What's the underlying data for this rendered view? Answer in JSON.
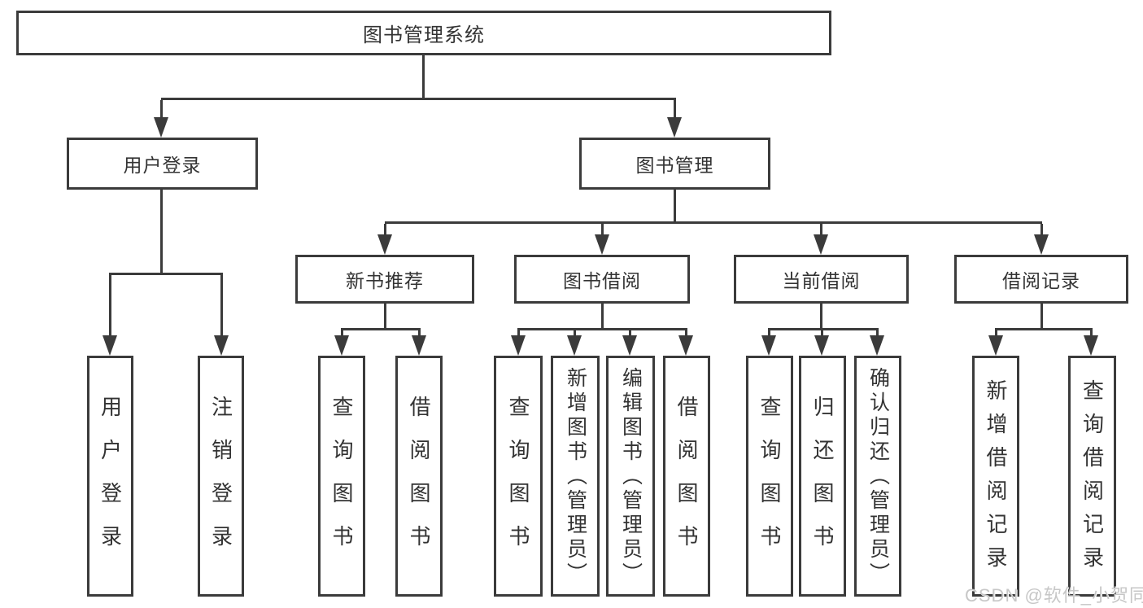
{
  "diagram": {
    "title": "图书管理系统",
    "nodes": {
      "root": "图书管理系统",
      "user_login": "用户登录",
      "book_mgmt": "图书管理",
      "new_book": "新书推荐",
      "book_borrow": "图书借阅",
      "current_borrow": "当前借阅",
      "borrow_record": "借阅记录"
    },
    "leaves": {
      "user_login": [
        "用户登录",
        "注销登录"
      ],
      "new_book": [
        "查询图书",
        "借阅图书"
      ],
      "book_borrow": [
        "查询图书",
        "新增图书（管理员）",
        "编辑图书（管理员）",
        "借阅图书"
      ],
      "current_borrow": [
        "查询图书",
        "归还图书",
        "确认归还（管理员）"
      ],
      "borrow_record": [
        "新增借阅记录",
        "查询借阅记录"
      ]
    },
    "watermark": "CSDN @软件_小贺同学",
    "colors": {
      "line": "#3b3b3b",
      "text": "#333333",
      "watermark": "#c7c7c7",
      "background": "#ffffff"
    }
  }
}
